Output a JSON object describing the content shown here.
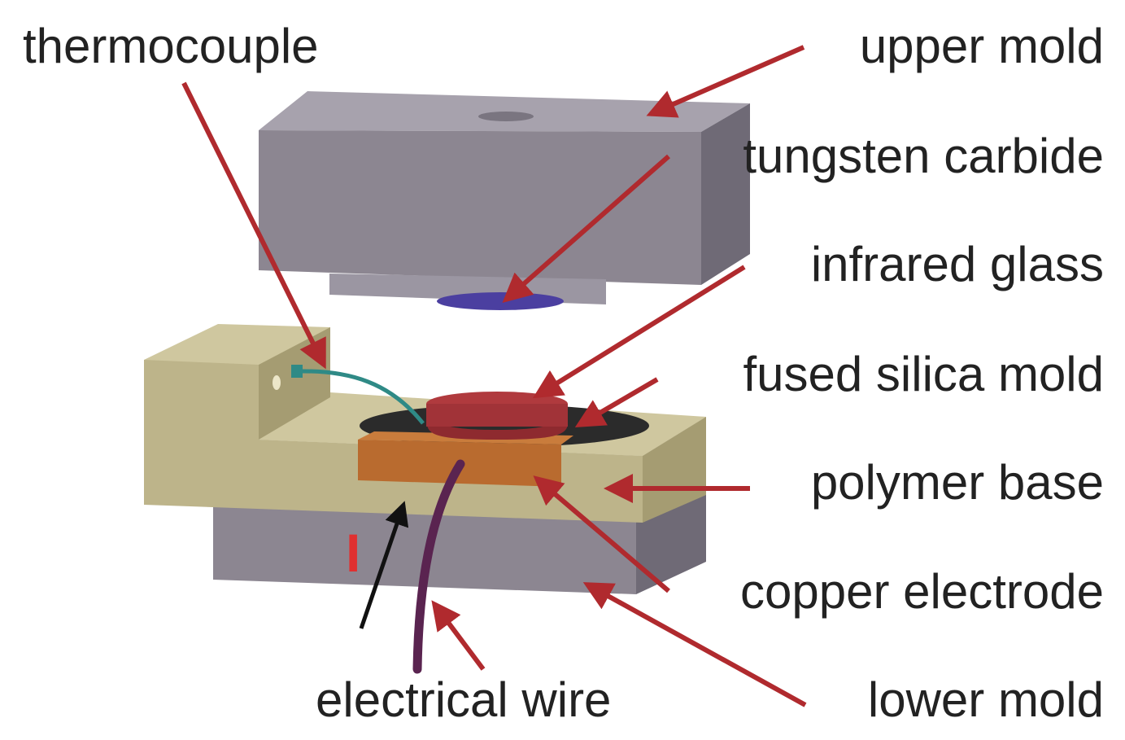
{
  "labels": {
    "thermocouple": "thermocouple",
    "upper_mold": "upper mold",
    "tungsten_carbide": "tungsten carbide",
    "infrared_glass": "infrared glass",
    "fused_silica_mold": "fused silica mold",
    "polymer_base": "polymer base",
    "copper_electrode": "copper electrode",
    "electrical_wire": "electrical wire",
    "lower_mold": "lower mold",
    "current_symbol": "I"
  },
  "colors": {
    "mold_front": "#8c8691",
    "mold_top": "#a7a2ad",
    "mold_side": "#6f6a76",
    "polymer_front": "#bdb48a",
    "polymer_top": "#cfc79f",
    "polymer_side": "#a59c72",
    "copper": "#b96b2f",
    "fused_silica": "#2b2b2b",
    "infrared_glass": "#b03a3e",
    "tungsten_carbide": "#4b3fa0",
    "wire": "#5a2450",
    "thermocouple": "#2f8a86",
    "arrow_red": "#b02a2e",
    "arrow_black": "#111111",
    "current_red": "#e03030"
  }
}
